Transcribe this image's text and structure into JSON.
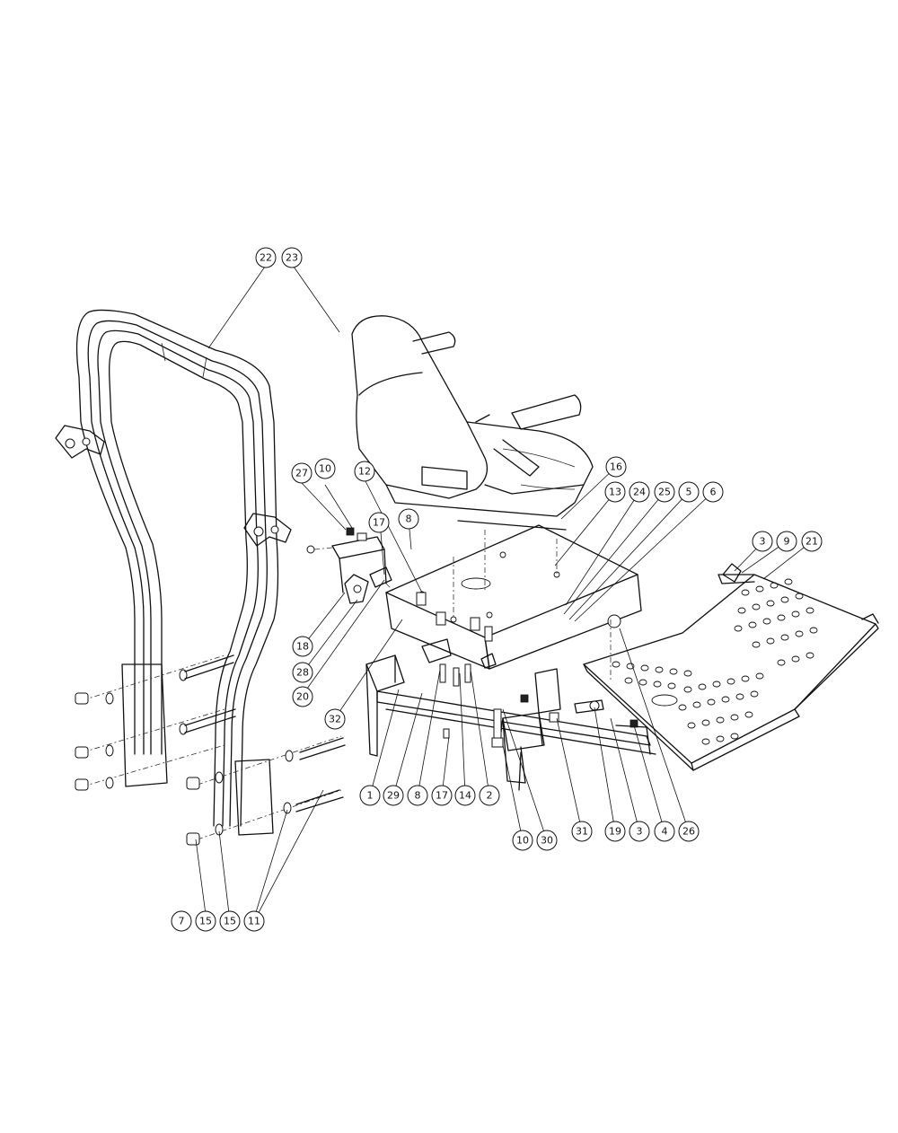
{
  "balloons": [
    {
      "id": "b22",
      "label": "22"
    },
    {
      "id": "b23",
      "label": "23"
    },
    {
      "id": "b27",
      "label": "27"
    },
    {
      "id": "b10a",
      "label": "10"
    },
    {
      "id": "b12",
      "label": "12"
    },
    {
      "id": "b17a",
      "label": "17"
    },
    {
      "id": "b8a",
      "label": "8"
    },
    {
      "id": "b16",
      "label": "16"
    },
    {
      "id": "b13",
      "label": "13"
    },
    {
      "id": "b24",
      "label": "24"
    },
    {
      "id": "b25",
      "label": "25"
    },
    {
      "id": "b5",
      "label": "5"
    },
    {
      "id": "b6",
      "label": "6"
    },
    {
      "id": "b3a",
      "label": "3"
    },
    {
      "id": "b9",
      "label": "9"
    },
    {
      "id": "b21",
      "label": "21"
    },
    {
      "id": "b18",
      "label": "18"
    },
    {
      "id": "b28",
      "label": "28"
    },
    {
      "id": "b20",
      "label": "20"
    },
    {
      "id": "b32",
      "label": "32"
    },
    {
      "id": "b1",
      "label": "1"
    },
    {
      "id": "b29",
      "label": "29"
    },
    {
      "id": "b8b",
      "label": "8"
    },
    {
      "id": "b17b",
      "label": "17"
    },
    {
      "id": "b14",
      "label": "14"
    },
    {
      "id": "b2",
      "label": "2"
    },
    {
      "id": "b10b",
      "label": "10"
    },
    {
      "id": "b30",
      "label": "30"
    },
    {
      "id": "b31",
      "label": "31"
    },
    {
      "id": "b19",
      "label": "19"
    },
    {
      "id": "b3b",
      "label": "3"
    },
    {
      "id": "b4",
      "label": "4"
    },
    {
      "id": "b26",
      "label": "26"
    },
    {
      "id": "b7",
      "label": "7"
    },
    {
      "id": "b15a",
      "label": "15"
    },
    {
      "id": "b15b",
      "label": "15"
    },
    {
      "id": "b11",
      "label": "11"
    }
  ]
}
